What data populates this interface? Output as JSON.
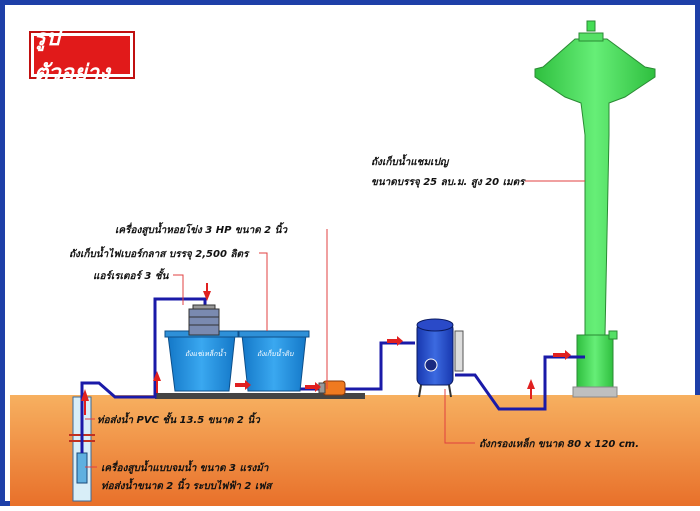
{
  "title": "รูปตัวอย่าง",
  "labels": {
    "tower_name": "ถังเก็บน้ำแชมเปญ",
    "tower_spec": "ขนาดบรรจุ 25 ลบ.ม. สูง 20 เมตร",
    "pump_surface": "เครื่องสูบน้ำหอยโข่ง 3 HP ขนาด 2 นิ้ว",
    "tank_fiberglass": "ถังเก็บน้ำไฟเบอร์กลาส บรรจุ 2,500 ลิตร",
    "aerator": "แอร์เรเตอร์ 3 ชั้น",
    "tank_left_inner": "ถังแช่เหล็กน้ำ",
    "tank_right_inner": "ถังเก็บน้ำดิบ",
    "iron_filter": "ถังกรองเหล็ก ขนาด 80 x 120 cm.",
    "pvc_pipe": "ท่อส่งน้ำ PVC ชั้น 13.5 ขนาด 2 นิ้ว",
    "submersible_pump": "เครื่องสูบน้ำแบบจมน้ำ ขนาด 3 แรงม้า",
    "pipe_power": "ท่อส่งน้ำขนาด 2 นิ้ว ระบบไฟฟ้า 2 เฟส"
  },
  "colors": {
    "frame": "#1e3fa8",
    "title_bg": "#e11a1a",
    "ground_top": "#f5a050",
    "ground_bottom": "#e8762a",
    "pipe": "#1a1aa8",
    "tank": "#1e8fe0",
    "tower": "#44dd55",
    "arrow": "#e02020",
    "leader": "#e04040"
  }
}
